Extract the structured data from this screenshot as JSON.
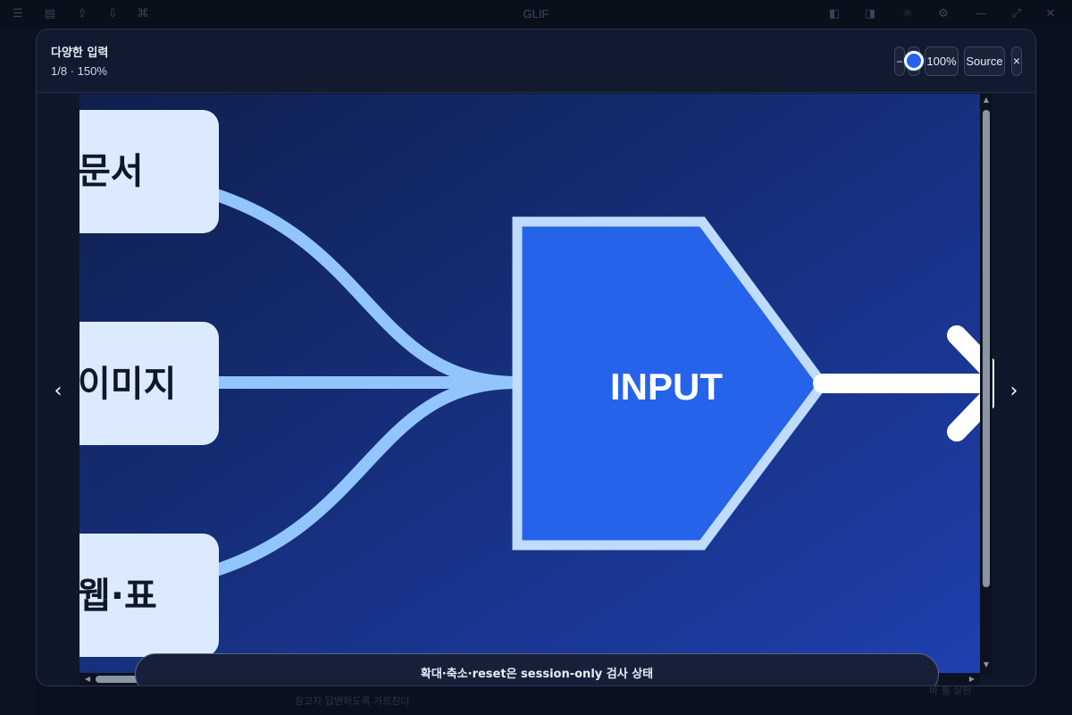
{
  "app": {
    "title": "GLIF"
  },
  "background": {
    "bottom_text": "참고자 답변하도록 가르친다",
    "right_text": "바 필 살판"
  },
  "modal": {
    "title": "다양한 입력",
    "meta": "1/8 · 150%",
    "zoom_out_label": "−",
    "zoom_value": 150,
    "zoom_reset_label": "100%",
    "source_label": "Source",
    "close_label": "×",
    "prev_label": "‹",
    "next_label": "›",
    "toast": "확대·축소·reset은 session-only 검사 상태"
  },
  "diagram": {
    "sources": [
      "문서",
      "이미지",
      "웹·표"
    ],
    "target": "INPUT",
    "colors": {
      "card_fill": "#dbeafe",
      "card_text": "#0f172a",
      "connector": "#93c5fd",
      "target_fill": "#2563eb",
      "target_stroke": "#bfdbfe",
      "arrow": "#ffffff",
      "bg_start": "#0f1f4d",
      "bg_end": "#1e40af"
    }
  },
  "icons": {
    "app_bar_left": [
      "menu-icon",
      "layout-icon",
      "export-icon",
      "import-icon",
      "tree-icon"
    ],
    "app_bar_right": [
      "sidebar-left-icon",
      "sidebar-right-icon",
      "sun-icon",
      "gear-icon",
      "minimize-icon",
      "maximize-icon",
      "close-icon"
    ]
  }
}
